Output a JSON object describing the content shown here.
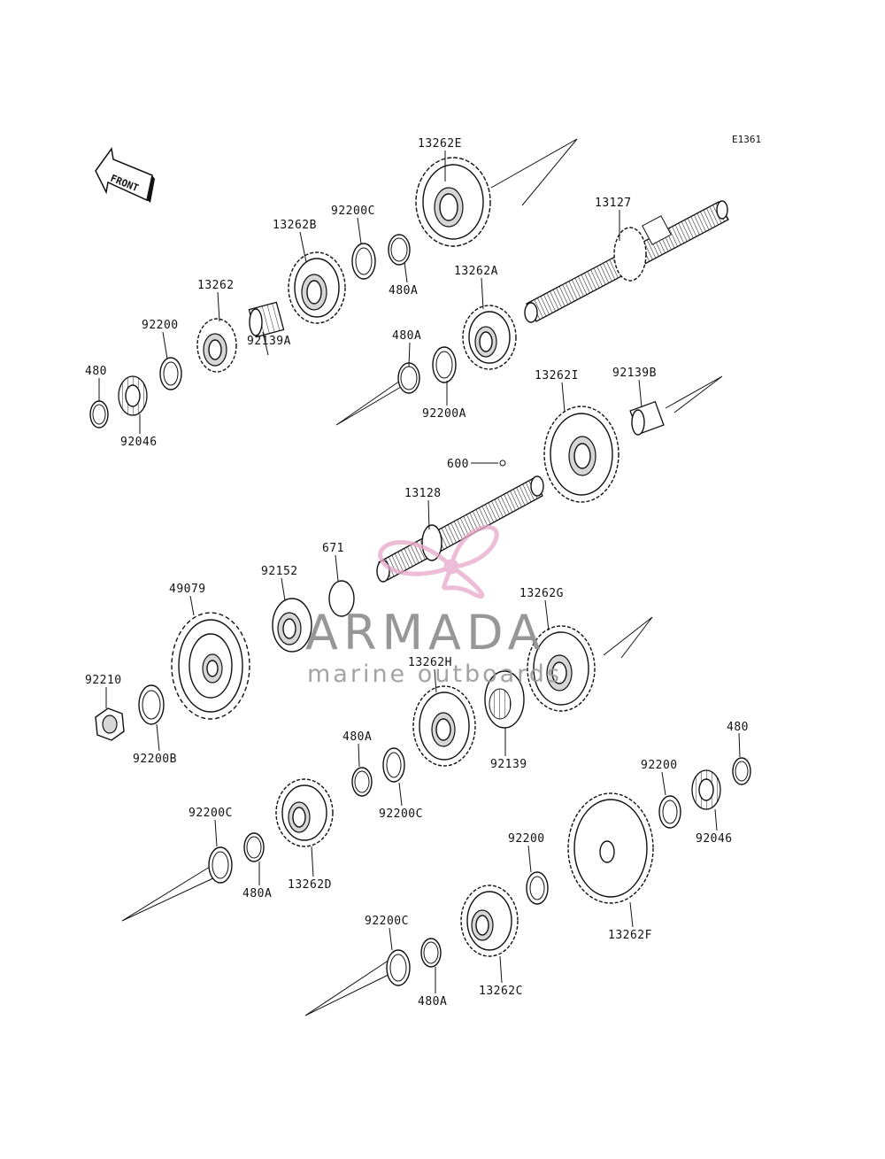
{
  "diagram": {
    "ref_code": "E1361",
    "front_label": "FRONT",
    "watermark": {
      "title": "ARMADA",
      "subtitle": "marine outboards",
      "accent": "#e8a9c9"
    },
    "labels": [
      {
        "id": "13262E",
        "text": "13262E"
      },
      {
        "id": "13127",
        "text": "13127"
      },
      {
        "id": "92200C_top",
        "text": "92200C"
      },
      {
        "id": "13262B",
        "text": "13262B"
      },
      {
        "id": "13262",
        "text": "13262"
      },
      {
        "id": "92200_top",
        "text": "92200"
      },
      {
        "id": "480_left",
        "text": "480"
      },
      {
        "id": "92046_left",
        "text": "92046"
      },
      {
        "id": "92139A",
        "text": "92139A"
      },
      {
        "id": "480A_top",
        "text": "480A"
      },
      {
        "id": "13262A",
        "text": "13262A"
      },
      {
        "id": "480A_mid",
        "text": "480A"
      },
      {
        "id": "92200A",
        "text": "92200A"
      },
      {
        "id": "13262I",
        "text": "13262I"
      },
      {
        "id": "92139B",
        "text": "92139B"
      },
      {
        "id": "600",
        "text": "600"
      },
      {
        "id": "13128",
        "text": "13128"
      },
      {
        "id": "671",
        "text": "671"
      },
      {
        "id": "92152",
        "text": "92152"
      },
      {
        "id": "49079",
        "text": "49079"
      },
      {
        "id": "13262G",
        "text": "13262G"
      },
      {
        "id": "13262H",
        "text": "13262H"
      },
      {
        "id": "92210",
        "text": "92210"
      },
      {
        "id": "92200B",
        "text": "92200B"
      },
      {
        "id": "92139",
        "text": "92139"
      },
      {
        "id": "480A_low",
        "text": "480A"
      },
      {
        "id": "92200C_mid",
        "text": "92200C"
      },
      {
        "id": "480_right",
        "text": "480"
      },
      {
        "id": "92200_right",
        "text": "92200"
      },
      {
        "id": "92046_right",
        "text": "92046"
      },
      {
        "id": "92200C_left",
        "text": "92200C"
      },
      {
        "id": "480A_left",
        "text": "480A"
      },
      {
        "id": "13262D",
        "text": "13262D"
      },
      {
        "id": "92200_low",
        "text": "92200"
      },
      {
        "id": "13262F",
        "text": "13262F"
      },
      {
        "id": "92200C_bottom",
        "text": "92200C"
      },
      {
        "id": "480A_bottom",
        "text": "480A"
      },
      {
        "id": "13262C",
        "text": "13262C"
      }
    ]
  }
}
